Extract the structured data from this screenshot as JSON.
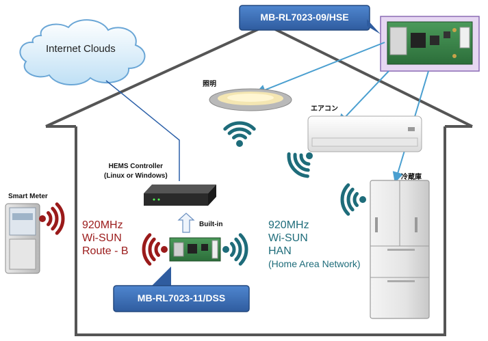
{
  "cloud": {
    "label": "Internet Clouds"
  },
  "hse_module": {
    "callout": "MB-RL7023-09/HSE"
  },
  "dss_module": {
    "callout": "MB-RL7023-11/DSS",
    "builtin_label": "Built-in"
  },
  "lighting": {
    "label": "照明"
  },
  "aircon": {
    "label": "エアコン"
  },
  "fridge": {
    "label": "冷蔵庫"
  },
  "hems": {
    "line1": "HEMS Controller",
    "line2": "(Linux or Windows)"
  },
  "smart_meter": {
    "label": "Smart Meter"
  },
  "route_b": {
    "line1": "920MHz",
    "line2": "Wi-SUN",
    "line3": "Route - B",
    "color": "#9a1a1a"
  },
  "han": {
    "line1": "920MHz",
    "line2": "Wi-SUN",
    "line3": "HAN",
    "line4": "(Home Area Network)",
    "color": "#1e6c7a"
  },
  "colors": {
    "callout": "#3b6fb6",
    "teal": "#1e6c7a",
    "red": "#9a1a1a",
    "house": "#555555",
    "link": "#4a9fd0"
  }
}
